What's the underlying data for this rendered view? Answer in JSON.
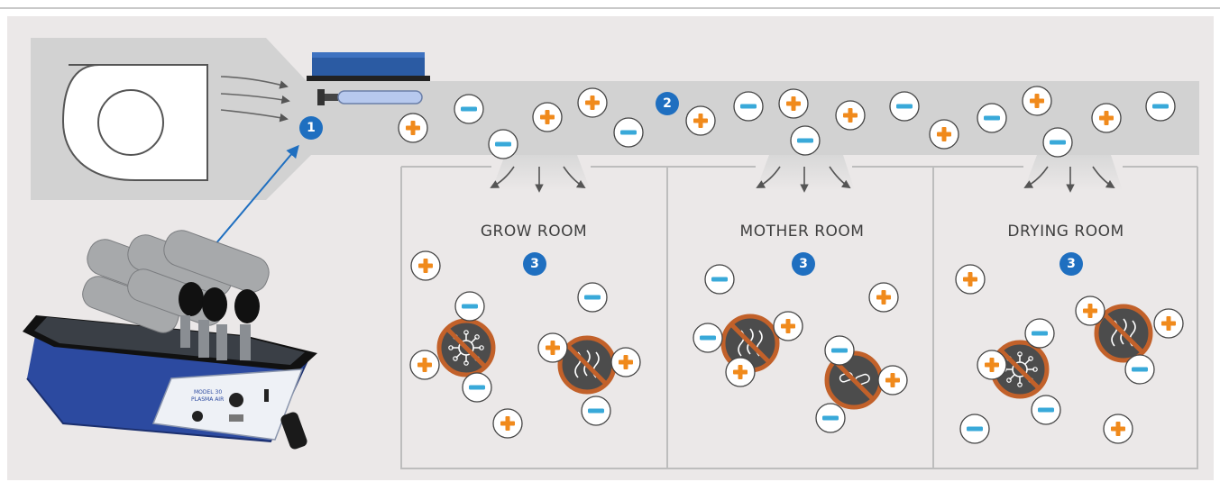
{
  "colors": {
    "background": "#ebe8e8",
    "duct": "#cfcfcf",
    "positive_ion": "#f08a1c",
    "negative_ion": "#39a9d9",
    "badge": "#1f6fc0",
    "prohibited_ring": "#c2612a",
    "device_body": "#2f4fa8"
  },
  "markers": {
    "step1": "1",
    "step2": "2",
    "step3": "3"
  },
  "rooms": [
    {
      "label": "GROW ROOM",
      "step": "3",
      "contaminants": [
        "virus-icon",
        "odor-icon"
      ]
    },
    {
      "label": "MOTHER ROOM",
      "step": "3",
      "contaminants": [
        "odor-icon",
        "bacteria-icon"
      ]
    },
    {
      "label": "DRYING ROOM",
      "step": "3",
      "contaminants": [
        "virus-icon",
        "odor-icon"
      ]
    }
  ],
  "device": {
    "panel_text": "MODEL 30 PLASMA AIR"
  }
}
